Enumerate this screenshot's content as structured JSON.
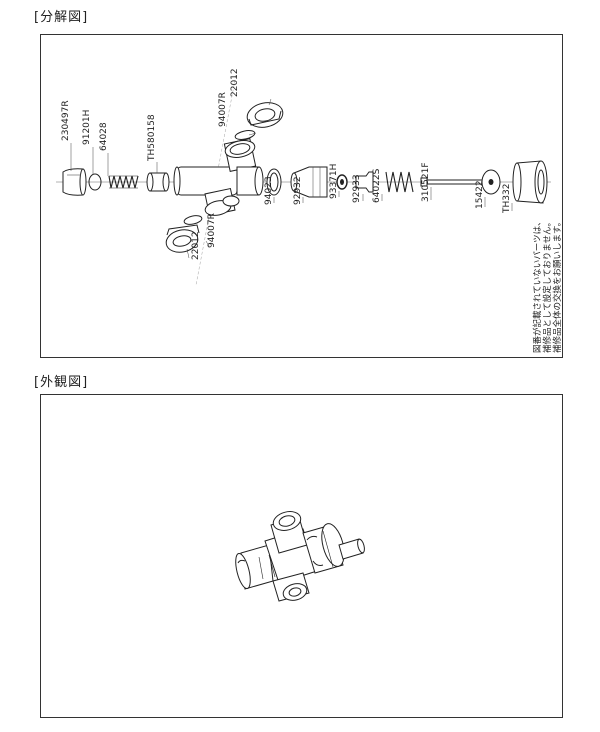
{
  "headings": {
    "exploded": "[分解図]",
    "external": "[外観図]"
  },
  "parts": [
    {
      "code": "230497R"
    },
    {
      "code": "91201H"
    },
    {
      "code": "64028"
    },
    {
      "code": "TH580158"
    },
    {
      "code": "94007R"
    },
    {
      "code": "22012"
    },
    {
      "code": "94023"
    },
    {
      "code": "92932"
    },
    {
      "code": "93371H"
    },
    {
      "code": "92933"
    },
    {
      "code": "64022S"
    },
    {
      "code": "310521F"
    },
    {
      "code": "15422"
    },
    {
      "code": "TH332"
    },
    {
      "code": "94007R"
    },
    {
      "code": "22012"
    }
  ],
  "note": {
    "line1": "図番が記載されていないパーツは、",
    "line2": "補修品として設定しておりません。",
    "line3": "補修品全体の交換をお願いします。"
  }
}
